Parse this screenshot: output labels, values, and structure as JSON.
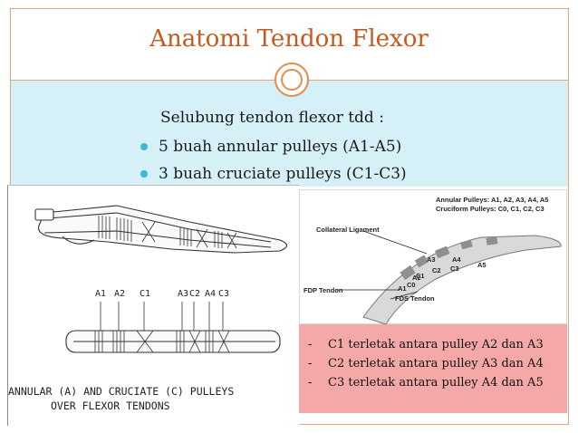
{
  "slide": {
    "title": "Anatomi Tendon Flexor",
    "intro": "Selubung tendon flexor tdd :",
    "bullets": [
      "5 buah annular pulleys (A1-A5)",
      "3 buah cruciate pulleys (C1-C3)"
    ]
  },
  "diagram": {
    "pulley_labels": [
      "A1",
      "A2",
      "C1",
      "A3",
      "C2",
      "A4",
      "C3"
    ],
    "caption_line1": "ANNULAR (A) AND CRUCIATE (C) PULLEYS",
    "caption_line2": "OVER FLEXOR TENDONS"
  },
  "photo": {
    "legend_line1": "Annular Pulleys: A1, A2, A3, A4, A5",
    "legend_line2": "Cruciform Pulleys: C0, C1, C2, C3",
    "collateral": "Collateral Ligament",
    "fdp": "FDP Tendon",
    "fds": "FDS Tendon",
    "labels": [
      "A5",
      "A4",
      "A3",
      "C3",
      "C2",
      "C1",
      "A2",
      "C0",
      "A1"
    ]
  },
  "notes": [
    "C1 terletak antara pulley A2 dan A3",
    "C2 terletak antara pulley A3 dan A4",
    "C3 terletak antara pulley A4 dan A5"
  ],
  "colors": {
    "title": "#c65a1e",
    "band": "#d6f0f7",
    "bullet": "#3fb7d8",
    "notes_bg": "#f4a9a8",
    "accent": "#e58a4d"
  }
}
